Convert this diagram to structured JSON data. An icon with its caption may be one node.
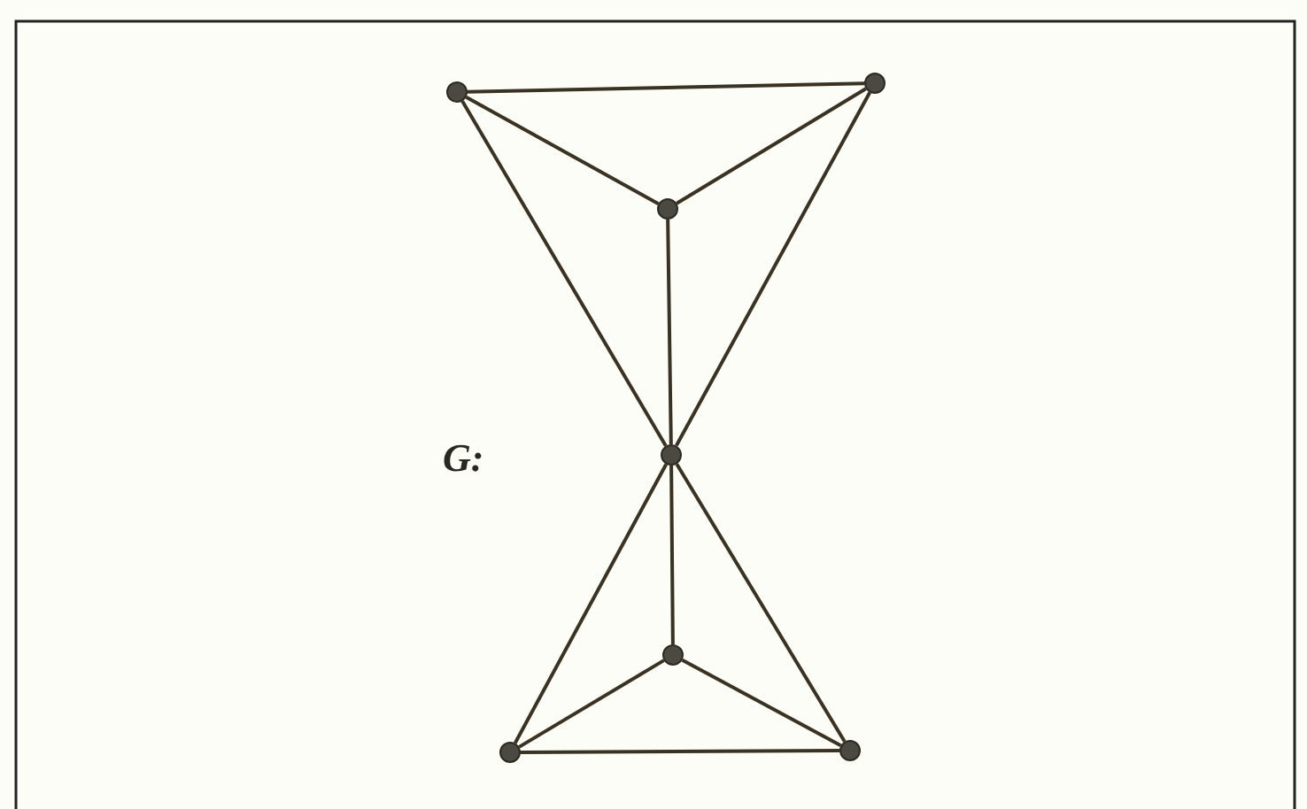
{
  "diagram": {
    "nodes": [
      {
        "text": [],
        "shape": "circle"
      },
      {
        "text": [],
        "shape": "circle"
      },
      {
        "text": [],
        "shape": "circle"
      },
      {
        "text": [],
        "shape": "circle"
      },
      {
        "text": [],
        "shape": "circle"
      },
      {
        "text": [],
        "shape": "circle"
      },
      {
        "text": [],
        "shape": "circle"
      }
    ],
    "edges": [
      {
        "from": 0,
        "to": 1,
        "arrow": "none"
      },
      {
        "from": 0,
        "to": 2,
        "arrow": "none"
      },
      {
        "from": 1,
        "to": 2,
        "arrow": "none"
      },
      {
        "from": 2,
        "to": 3,
        "arrow": "none"
      },
      {
        "from": 0,
        "to": 3,
        "arrow": "none"
      },
      {
        "from": 1,
        "to": 3,
        "arrow": "none"
      },
      {
        "from": 3,
        "to": 5,
        "arrow": "none"
      },
      {
        "from": 3,
        "to": 6,
        "arrow": "none"
      },
      {
        "from": 3,
        "to": 4,
        "arrow": "none"
      },
      {
        "from": 4,
        "to": 5,
        "arrow": "none"
      },
      {
        "from": 4,
        "to": 6,
        "arrow": "none"
      },
      {
        "from": 5,
        "to": 6,
        "arrow": "none"
      }
    ],
    "labels": [
      "G:"
    ]
  }
}
